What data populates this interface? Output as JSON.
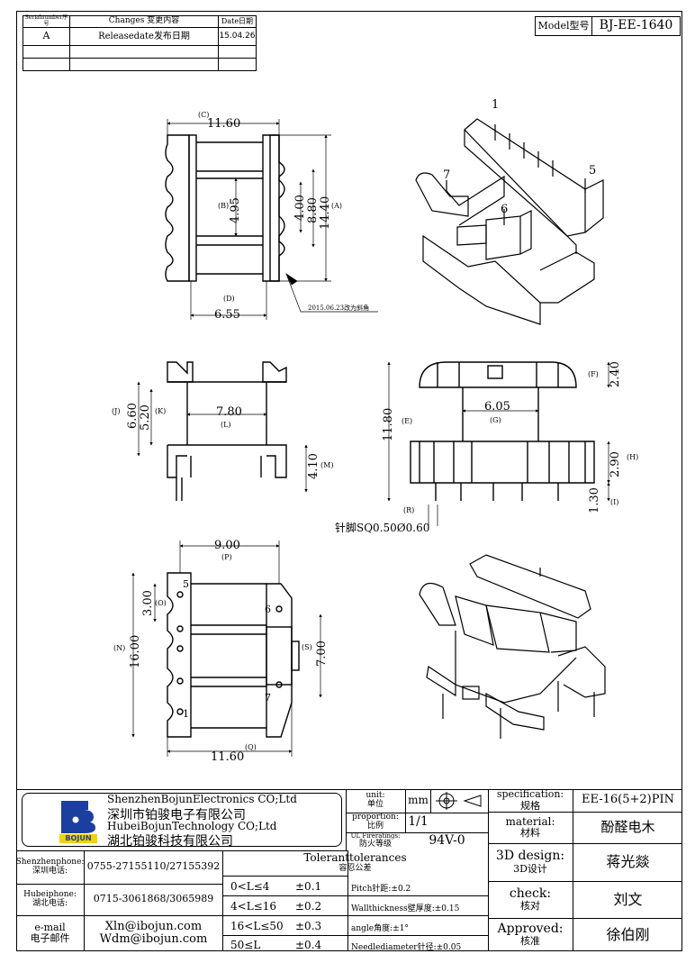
{
  "rev_table": {
    "headers": [
      "Serialnumber序号",
      "Changes 变更内容",
      "Date日期"
    ],
    "row": [
      "A",
      "Releasedate发布日期",
      "15.04.26"
    ]
  },
  "model": {
    "label": "Model型号",
    "value": "BJ-EE-1640"
  },
  "top_view": {
    "dims": [
      "11.60",
      "4.95",
      "4.00",
      "8.80",
      "14.40",
      "6.55"
    ],
    "labels": [
      "(C)",
      "(B)",
      "(A)",
      "(D)"
    ],
    "note": "2015.06.23改为斜角"
  },
  "front_view": {
    "dims": [
      "6.60",
      "5.20",
      "7.80",
      "4.10"
    ],
    "labels": [
      "(J)",
      "(K)",
      "(L)",
      "(M)"
    ]
  },
  "side_view": {
    "dims": [
      "2.40",
      "11.80",
      "6.05",
      "2.90",
      "1.30"
    ],
    "labels": [
      "(F)",
      "(E)",
      "(G)",
      "(H)",
      "(I)",
      "(R)"
    ],
    "pin_note": "针脚SQ0.50Ø0.60"
  },
  "bottom_view": {
    "dims": [
      "9.00",
      "3.00",
      "16.00",
      "7.00",
      "11.60"
    ],
    "labels": [
      "(P)",
      "(O)",
      "(N)",
      "(S)",
      "(Q)"
    ],
    "pins": [
      "5",
      "6",
      "7",
      "1"
    ]
  },
  "iso_pins": [
    "1",
    "5",
    "7",
    "6"
  ],
  "company": {
    "en1": "ShenzhenBojunElectronics CO;Ltd",
    "cn1": "深圳市铂骏电子有限公司",
    "en2": "HubeiBojunTechnology CO;Ltd",
    "cn2": "湖北铂骏科技有限公司",
    "logo_text": "BOJUN"
  },
  "unit": {
    "label_en": "unit:",
    "label_cn": "单位",
    "value": "mm"
  },
  "proportion": {
    "label_en": "proportion:",
    "label_cn": "比例",
    "value": "1/1"
  },
  "ul": {
    "label_en": "UL Fireratings:",
    "label_cn": "防火等级",
    "value": "94V-0"
  },
  "spec": {
    "label_en": "specification:",
    "label_cn": "规格",
    "value": "EE-16(5+2)PIN"
  },
  "material": {
    "label_en": "material:",
    "label_cn": "材料",
    "value": "酚醛电木"
  },
  "design": {
    "label_en": "3D design:",
    "label_cn": "3D设计",
    "value": "蒋光燚"
  },
  "check": {
    "label_en": "check:",
    "label_cn": "核对",
    "value": "刘文"
  },
  "approved": {
    "label_en": "Approved:",
    "label_cn": "核准",
    "value": "徐伯刚"
  },
  "contacts": [
    {
      "label_en": "Shenzhenphone:",
      "label_cn": "深圳电话:",
      "value": "0755-27155110/27155392"
    },
    {
      "label_en": "Hubeiphone:",
      "label_cn": "湖北电话:",
      "value": "0715-3061868/3065989"
    },
    {
      "label_en": "e-mail",
      "label_cn": "电子邮件",
      "value": "Xln@ibojun.com",
      "value2": "Wdm@ibojun.com"
    }
  ],
  "tolerances": {
    "title_en": "Toleranttolerances",
    "title_cn": "容忍公差",
    "rows": [
      {
        "range": "0<L≤4",
        "tol": "±0.1"
      },
      {
        "range": "4<L≤16",
        "tol": "±0.2"
      },
      {
        "range": "16<L≤50",
        "tol": "±0.3"
      },
      {
        "range": "50≤L",
        "tol": "±0.4"
      }
    ],
    "notes": [
      "Pitch针距:±0.2",
      "Wallthickness壁厚度:±0.15",
      "angle角度:±1°",
      "Needlediameter针径:±0.05"
    ]
  }
}
